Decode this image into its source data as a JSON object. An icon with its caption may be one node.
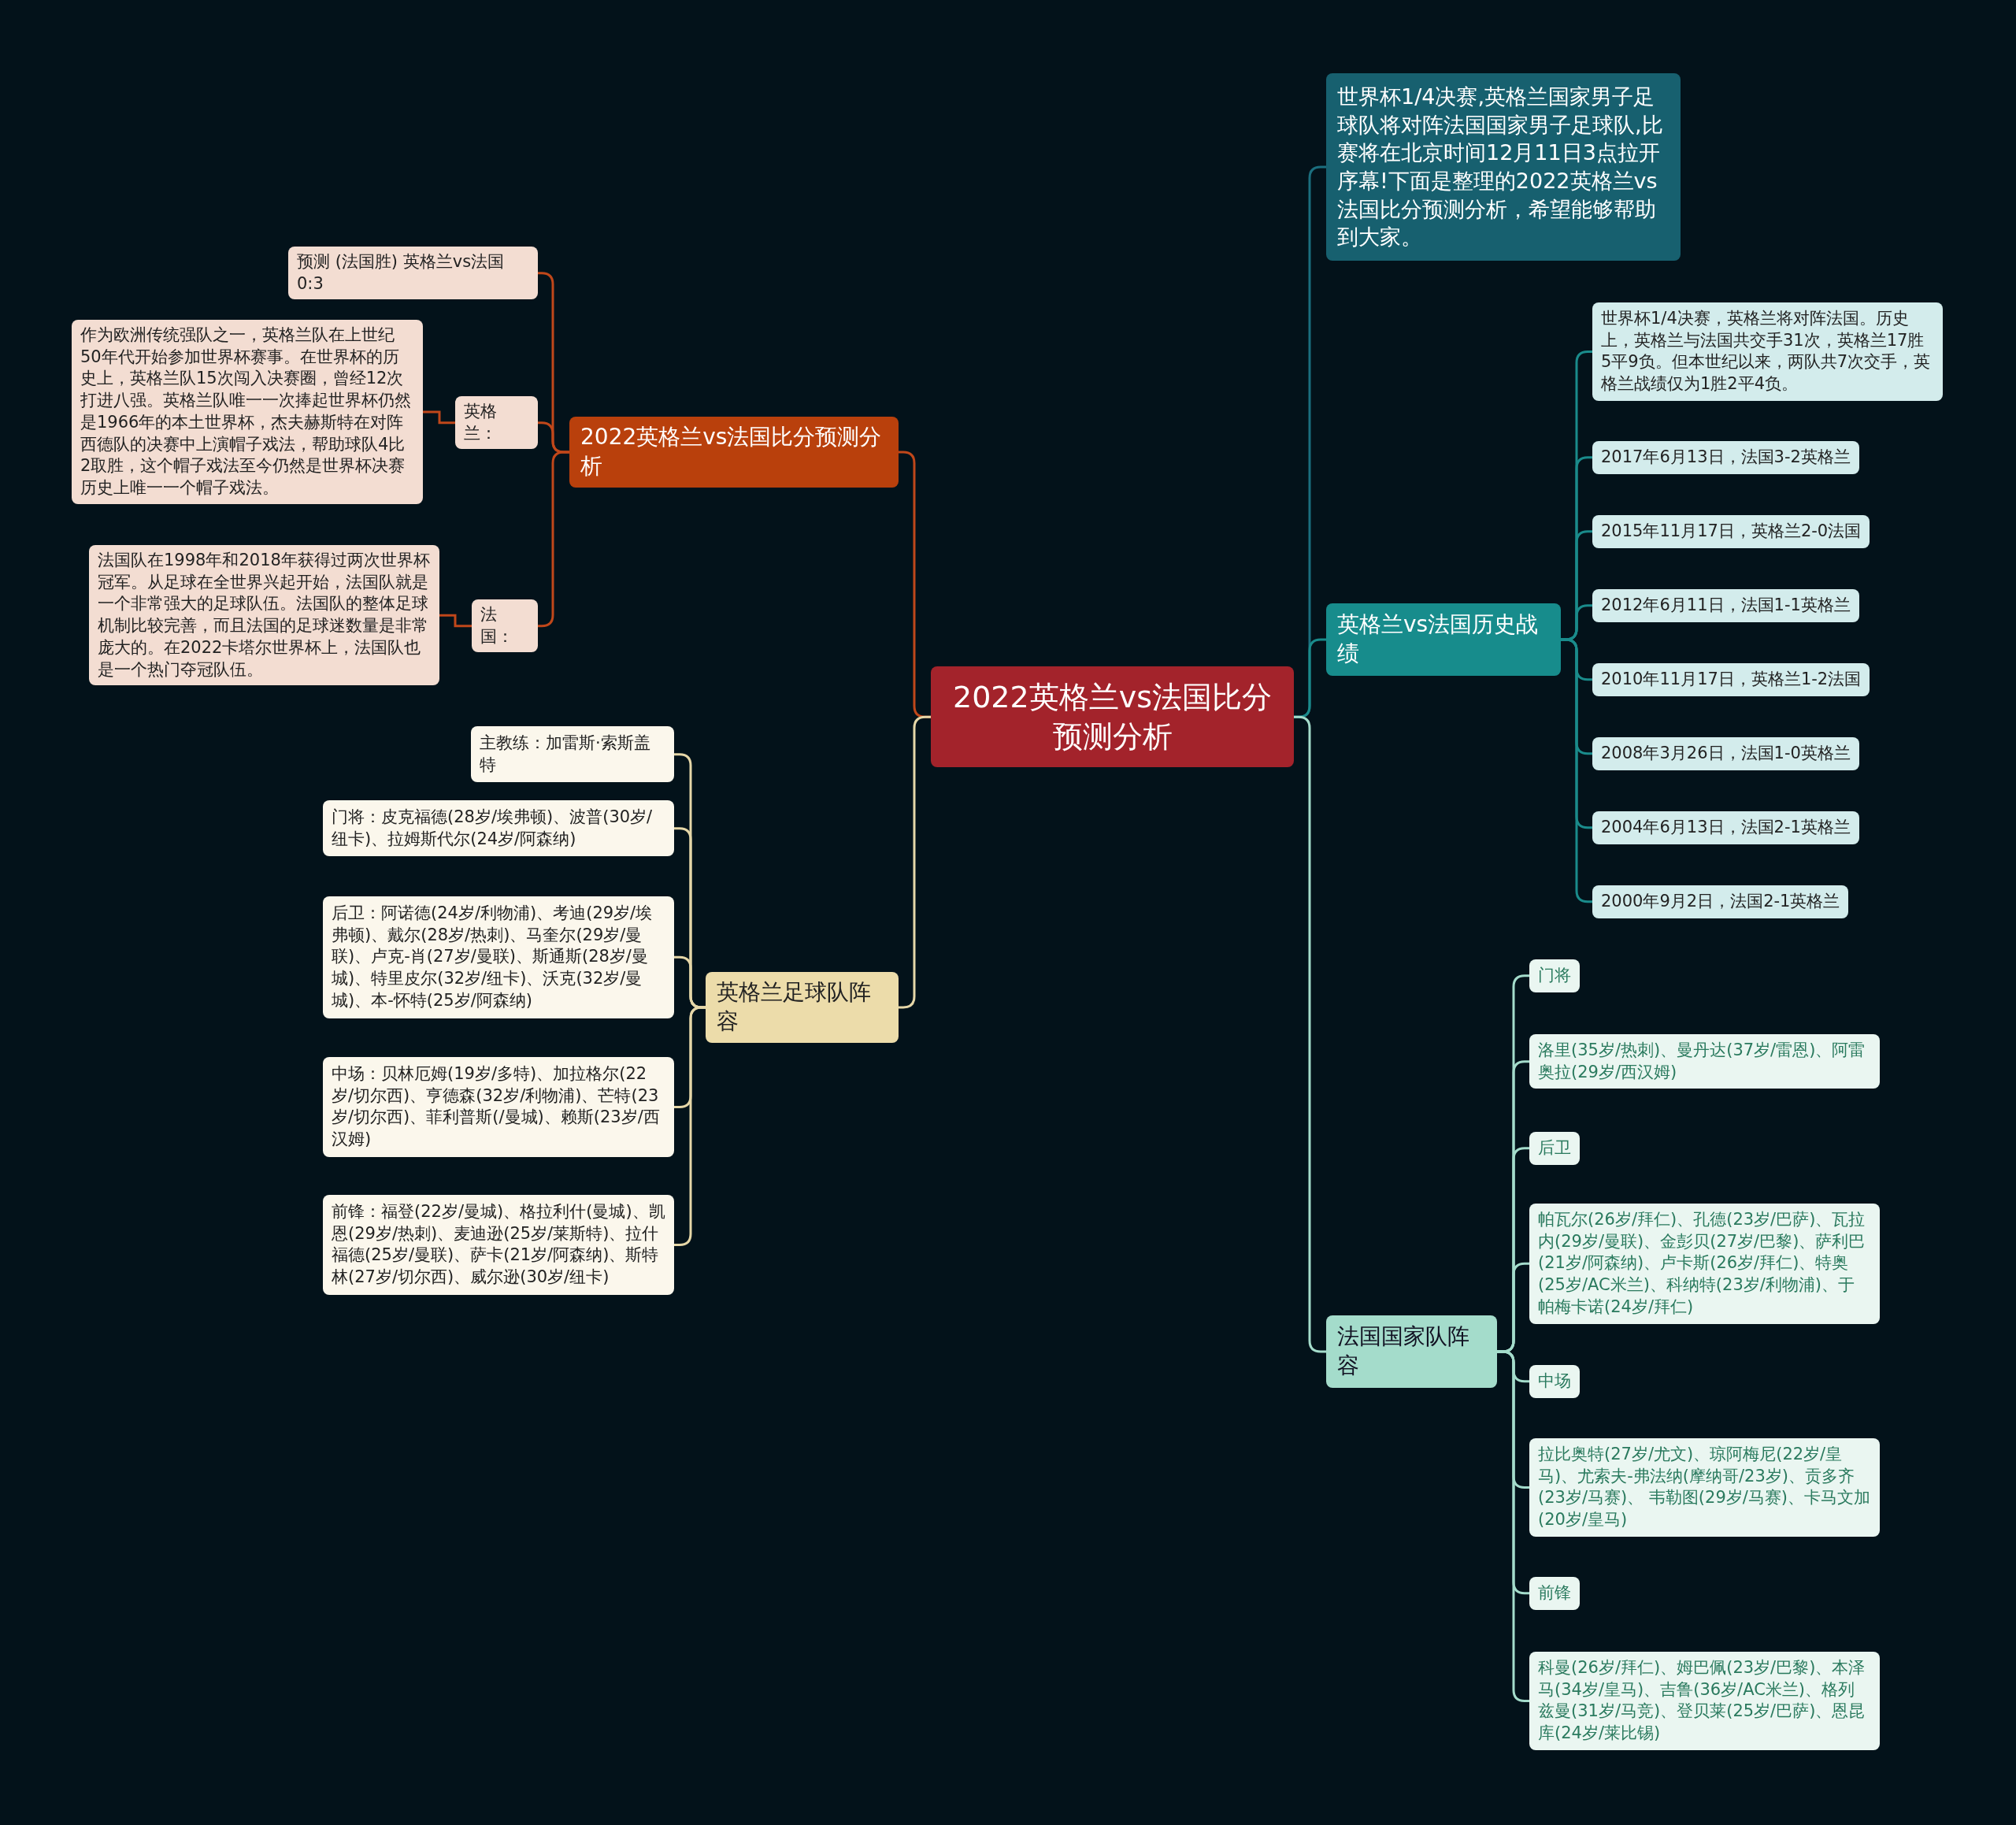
{
  "diagram": {
    "nodes": [
      {
        "text": [
          "2022英格兰vs法国比分预测分析"
        ]
      },
      {
        "text": [
          "2022英格兰vs法国比分预测分析"
        ]
      },
      {
        "text": [
          "预测 (法国胜) 英格兰vs法国 0:3"
        ]
      },
      {
        "text": [
          "英格兰："
        ]
      },
      {
        "text": [
          "作为欧洲传统强队之一，英格兰队在上世纪50年代开始参加世界杯赛事。在世界杯的历史上，英格兰队15次闯入决赛圈，曾经12次打进八强。英格兰队唯一一次捧起世界杯仍然是1966年的本土世界杯，杰夫赫斯特在对阵西德队的决赛中上演帽子戏法，帮助球队4比2取胜，这个帽子戏法至今仍然是世界杯决赛历史上唯一一个帽子戏法。"
        ]
      },
      {
        "text": [
          "法国："
        ]
      },
      {
        "text": [
          "法国队在1998年和2018年获得过两次世界杯冠军。从足球在全世界兴起开始，法国队就是一个非常强大的足球队伍。法国队的整体足球机制比较完善，而且法国的足球迷数量是非常庞大的。在2022卡塔尔世界杯上，法国队也是一个热门夺冠队伍。"
        ]
      },
      {
        "text": [
          "英格兰足球队阵容"
        ]
      },
      {
        "text": [
          "主教练：加雷斯·索斯盖特"
        ]
      },
      {
        "text": [
          "门将：皮克福德(28岁/埃弗顿)、波普(30岁/纽卡)、拉姆斯代尔(24岁/阿森纳)"
        ]
      },
      {
        "text": [
          "后卫：阿诺德(24岁/利物浦)、考迪(29岁/埃弗顿)、戴尔(28岁/热刺)、马奎尔(29岁/曼联)、卢克-肖(27岁/曼联)、斯通斯(28岁/曼城)、特里皮尔(32岁/纽卡)、沃克(32岁/曼城)、本-怀特(25岁/阿森纳)"
        ]
      },
      {
        "text": [
          "中场：贝林厄姆(19岁/多特)、加拉格尔(22岁/切尔西)、亨德森(32岁/利物浦)、芒特(23岁/切尔西)、菲利普斯(/曼城)、赖斯(23岁/西汉姆)"
        ]
      },
      {
        "text": [
          "前锋：福登(22岁/曼城)、格拉利什(曼城)、凯恩(29岁/热刺)、麦迪逊(25岁/莱斯特)、拉什福德(25岁/曼联)、萨卡(21岁/阿森纳)、斯特林(27岁/切尔西)、威尔逊(30岁/纽卡)"
        ]
      },
      {
        "text": [
          "世界杯1/4决赛,英格兰国家男子足球队将对阵法国国家男子足球队,比赛将在北京时间12月11日3点拉开序幕!下面是整理的2022英格兰vs法国比分预测分析，希望能够帮助到大家。"
        ]
      },
      {
        "text": [
          "英格兰vs法国历史战绩"
        ]
      },
      {
        "text": [
          "世界杯1/4决赛，英格兰将对阵法国。历史上，英格兰与法国共交手31次，英格兰17胜5平9负。但本世纪以来，两队共7次交手，英格兰战绩仅为1胜2平4负。"
        ]
      },
      {
        "text": [
          "2017年6月13日，法国3-2英格兰"
        ]
      },
      {
        "text": [
          "2015年11月17日，英格兰2-0法国"
        ]
      },
      {
        "text": [
          "2012年6月11日，法国1-1英格兰"
        ]
      },
      {
        "text": [
          "2010年11月17日，英格兰1-2法国"
        ]
      },
      {
        "text": [
          "2008年3月26日，法国1-0英格兰"
        ]
      },
      {
        "text": [
          "2004年6月13日，法国2-1英格兰"
        ]
      },
      {
        "text": [
          "2000年9月2日，法国2-1英格兰"
        ]
      },
      {
        "text": [
          "法国国家队阵容"
        ]
      },
      {
        "text": [
          "门将"
        ]
      },
      {
        "text": [
          "洛里(35岁/热刺)、曼丹达(37岁/雷恩)、阿雷奥拉(29岁/西汉姆)"
        ]
      },
      {
        "text": [
          "后卫"
        ]
      },
      {
        "text": [
          "帕瓦尔(26岁/拜仁)、孔德(23岁/巴萨)、瓦拉内(29岁/曼联)、金彭贝(27岁/巴黎)、萨利巴(21岁/阿森纳)、卢卡斯(26岁/拜仁)、特奥(25岁/AC米兰)、科纳特(23岁/利物浦)、于帕梅卡诺(24岁/拜仁)"
        ]
      },
      {
        "text": [
          "中场"
        ]
      },
      {
        "text": [
          "拉比奥特(27岁/尤文)、琼阿梅尼(22岁/皇马)、尤索夫-弗法纳(摩纳哥/23岁)、贡多齐(23岁/马赛)、 韦勒图(29岁/马赛)、卡马文加(20岁/皇马)"
        ]
      },
      {
        "text": [
          "前锋"
        ]
      },
      {
        "text": [
          "科曼(26岁/拜仁)、姆巴佩(23岁/巴黎)、本泽马(34岁/皇马)、吉鲁(36岁/AC米兰)、格列兹曼(31岁/马竞)、登贝莱(25岁/巴萨)、恩昆库(24岁/莱比锡)"
        ]
      }
    ],
    "edges": [
      {
        "from": 0,
        "to": 1,
        "arrow": "none",
        "color": "#c0471a"
      },
      {
        "from": 1,
        "to": 2,
        "arrow": "none",
        "color": "#c0471a"
      },
      {
        "from": 1,
        "to": 3,
        "arrow": "none",
        "color": "#c0471a"
      },
      {
        "from": 3,
        "to": 4,
        "arrow": "none",
        "color": "#c0471a"
      },
      {
        "from": 1,
        "to": 5,
        "arrow": "none",
        "color": "#c0471a"
      },
      {
        "from": 5,
        "to": 6,
        "arrow": "none",
        "color": "#c0471a"
      },
      {
        "from": 0,
        "to": 7,
        "arrow": "none",
        "color": "#e6d7a8"
      },
      {
        "from": 7,
        "to": 8,
        "arrow": "none",
        "color": "#e6d7a8"
      },
      {
        "from": 7,
        "to": 9,
        "arrow": "none",
        "color": "#e6d7a8"
      },
      {
        "from": 7,
        "to": 10,
        "arrow": "none",
        "color": "#e6d7a8"
      },
      {
        "from": 7,
        "to": 11,
        "arrow": "none",
        "color": "#e6d7a8"
      },
      {
        "from": 7,
        "to": 12,
        "arrow": "none",
        "color": "#e6d7a8"
      },
      {
        "from": 0,
        "to": 13,
        "arrow": "none",
        "color": "#1b6e7e"
      },
      {
        "from": 0,
        "to": 14,
        "arrow": "none",
        "color": "#1a8b8b"
      },
      {
        "from": 14,
        "to": 15,
        "arrow": "none",
        "color": "#1a8b8b"
      },
      {
        "from": 14,
        "to": 16,
        "arrow": "none",
        "color": "#1a8b8b"
      },
      {
        "from": 14,
        "to": 17,
        "arrow": "none",
        "color": "#1a8b8b"
      },
      {
        "from": 14,
        "to": 18,
        "arrow": "none",
        "color": "#1a8b8b"
      },
      {
        "from": 14,
        "to": 19,
        "arrow": "none",
        "color": "#1a8b8b"
      },
      {
        "from": 14,
        "to": 20,
        "arrow": "none",
        "color": "#1a8b8b"
      },
      {
        "from": 14,
        "to": 21,
        "arrow": "none",
        "color": "#1a8b8b"
      },
      {
        "from": 14,
        "to": 22,
        "arrow": "none",
        "color": "#1a8b8b"
      },
      {
        "from": 0,
        "to": 23,
        "arrow": "none",
        "color": "#a4dccb"
      },
      {
        "from": 23,
        "to": 24,
        "arrow": "none",
        "color": "#a4dccb"
      },
      {
        "from": 23,
        "to": 25,
        "arrow": "none",
        "color": "#a4dccb"
      },
      {
        "from": 23,
        "to": 26,
        "arrow": "none",
        "color": "#a4dccb"
      },
      {
        "from": 23,
        "to": 27,
        "arrow": "none",
        "color": "#a4dccb"
      },
      {
        "from": 23,
        "to": 28,
        "arrow": "none",
        "color": "#a4dccb"
      },
      {
        "from": 23,
        "to": 29,
        "arrow": "none",
        "color": "#a4dccb"
      },
      {
        "from": 23,
        "to": 30,
        "arrow": "none",
        "color": "#a4dccb"
      },
      {
        "from": 23,
        "to": 31,
        "arrow": "none",
        "color": "#a4dccb"
      }
    ]
  }
}
